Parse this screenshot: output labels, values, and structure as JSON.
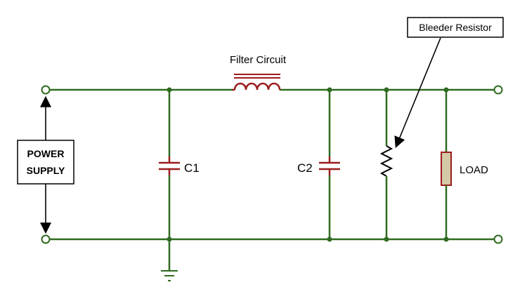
{
  "diagram": {
    "filter_label": "Filter Circuit",
    "power_supply_line1": "POWER",
    "power_supply_line2": "SUPPLY",
    "c1_label": "C1",
    "c2_label": "C2",
    "load_label": "LOAD",
    "bleeder_label": "Bleeder Resistor"
  },
  "colors": {
    "wire": "#2e6b1f",
    "component": "#9b1c1c",
    "load_fill": "#d4c8a8",
    "text": "#000000"
  }
}
